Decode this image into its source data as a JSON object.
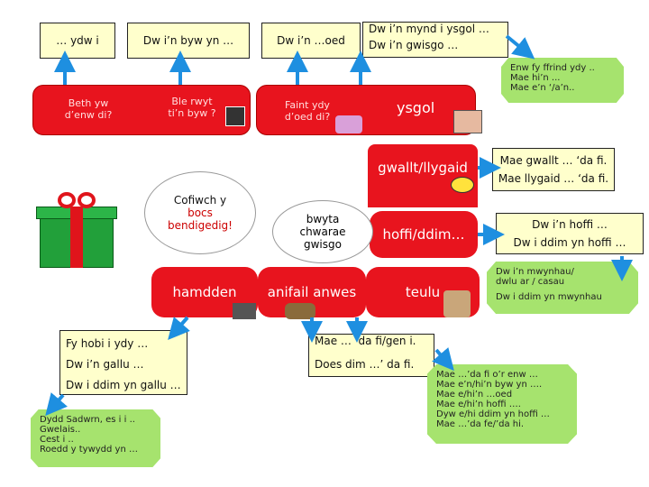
{
  "top_boxes": {
    "ydw_i": "… ydw i",
    "byw_yn": "Dw i’n byw yn …",
    "oed": "Dw i’n …oed",
    "ysgol_line1": "Dw i’n mynd i ysgol …",
    "ysgol_line2": "Dw i’n gwisgo …"
  },
  "cards": {
    "beth_yw": "Beth yw\nd’enw di?",
    "ble_rwyt": "Ble rwyt\nti’n byw ?",
    "faint_ydy": "Faint ydy\nd’oed di?"
  },
  "red_labels": {
    "ysgol": "ysgol",
    "gwallt": "gwallt/llygaid",
    "hoffi": "hoffi/ddim…",
    "hamdden": "hamdden",
    "anifail": "anifail anwes",
    "teulu": "teulu"
  },
  "speech": {
    "line1": "Cofiwch y",
    "line2": "bocs",
    "line3": "bendigedig!"
  },
  "oval_text": {
    "line1": "bwyta",
    "line2": "chwarae",
    "line3": "gwisgo"
  },
  "right_boxes": {
    "gwallt1": "Mae gwallt … ‘da fi.",
    "gwallt2": "Mae llygaid … ‘da fi.",
    "hoffi1": "Dw i’n hoffi …",
    "hoffi2": "Dw i ddim yn hoffi …"
  },
  "middle_boxes": {
    "mae_da": "Mae … ‘da fi/gen i.",
    "does_dim": "Does dim …’ da fi."
  },
  "hobby_box": {
    "line1": "Fy hobi i ydy …",
    "line2": "Dw i’n gallu …",
    "line3": "Dw i ddim yn gallu …"
  },
  "green_notes": {
    "ffrind": [
      "Enw fy ffrind ydy ..",
      "Mae hi’n ...",
      "Mae e’n ‘/a’n.."
    ],
    "mwynhau": [
      "Dw i’n mwynhau/",
      "dwlu ar / casau",
      "Dw i ddim yn mwynhau"
    ],
    "teulu": [
      "Mae …’da fi o’r enw …",
      "Mae e’n/hi’n byw yn ….",
      "Mae e/hi’n …oed",
      "Mae e/hi’n hoffi ….",
      "Dyw e/hi ddim yn hoffi …",
      "Mae …’da fe/’da hi."
    ],
    "sadwrn": [
      "Dydd Sadwrn, es i i ..",
      "Gwelais..",
      "Cest i ..",
      "Roedd y tywydd yn …"
    ]
  },
  "colors": {
    "red": "#e8141e",
    "yellow_box": "#ffffcc",
    "green_note": "#a6e36e",
    "arrow": "#1e8fe0"
  }
}
